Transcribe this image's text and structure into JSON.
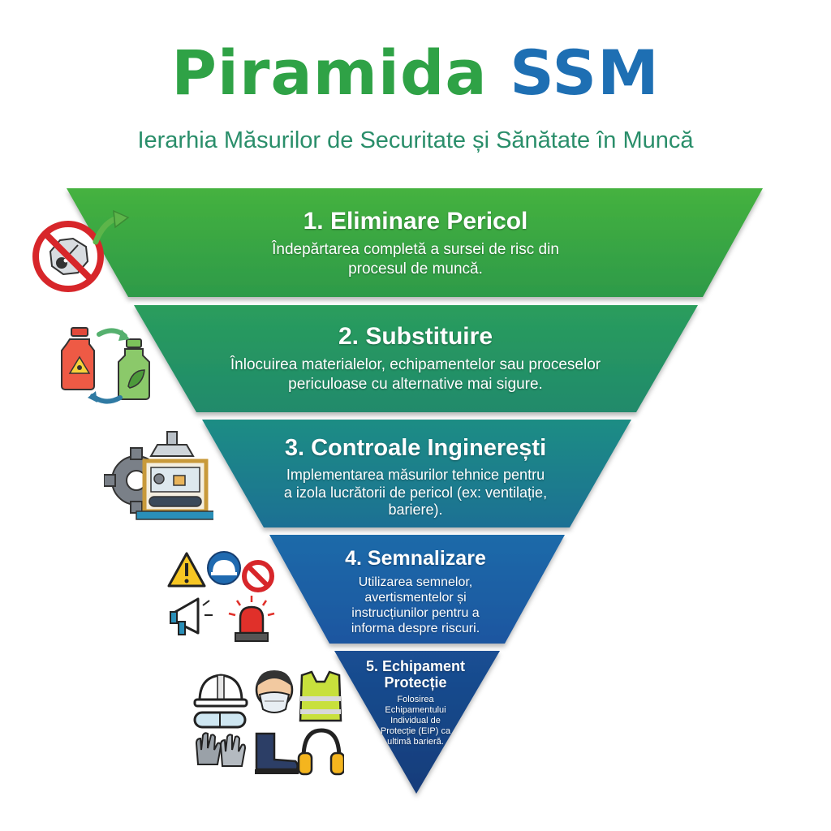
{
  "header": {
    "title_part1": "Piramida",
    "title_part2": "SSM",
    "subtitle": "Ierarhia Măsurilor de Securitate și Sănătate în Muncă"
  },
  "levels": [
    {
      "heading": "1. Eliminare Pericol",
      "description": "Îndepărtarea completă a sursei de risc din procesul de muncă.",
      "color_start": "#3aa641",
      "color_end": "#2b9a4f",
      "icon": "no-hazard-icon"
    },
    {
      "heading": "2. Substituire",
      "description": "Înlocuirea materialelor, echipamentelor sau proceselor periculoase cu alternative mai sigure.",
      "color_start": "#2a9a5a",
      "color_end": "#218a6a",
      "icon": "substitution-bottles-icon"
    },
    {
      "heading": "3. Controale Inginerești",
      "description": "Implementarea măsurilor tehnice pentru a izola lucrătorii de pericol (ex: ventilație, bariere).",
      "color_start": "#1e8a82",
      "color_end": "#1f7590",
      "icon": "engineering-controls-icon"
    },
    {
      "heading": "4. Semnalizare",
      "description": "Utilizarea semnelor, avertismentelor și instrucțiunilor pentru a informa despre riscuri.",
      "color_start": "#1f68a6",
      "color_end": "#1a58a0",
      "icon": "signage-icon"
    },
    {
      "heading": "5. Echipament Protecție",
      "description": "Folosirea Echipamentului Individual de Protecție (EIP) ca ultimă barieră.",
      "color_start": "#184c90",
      "color_end": "#14407f",
      "icon": "ppe-icon"
    }
  ]
}
